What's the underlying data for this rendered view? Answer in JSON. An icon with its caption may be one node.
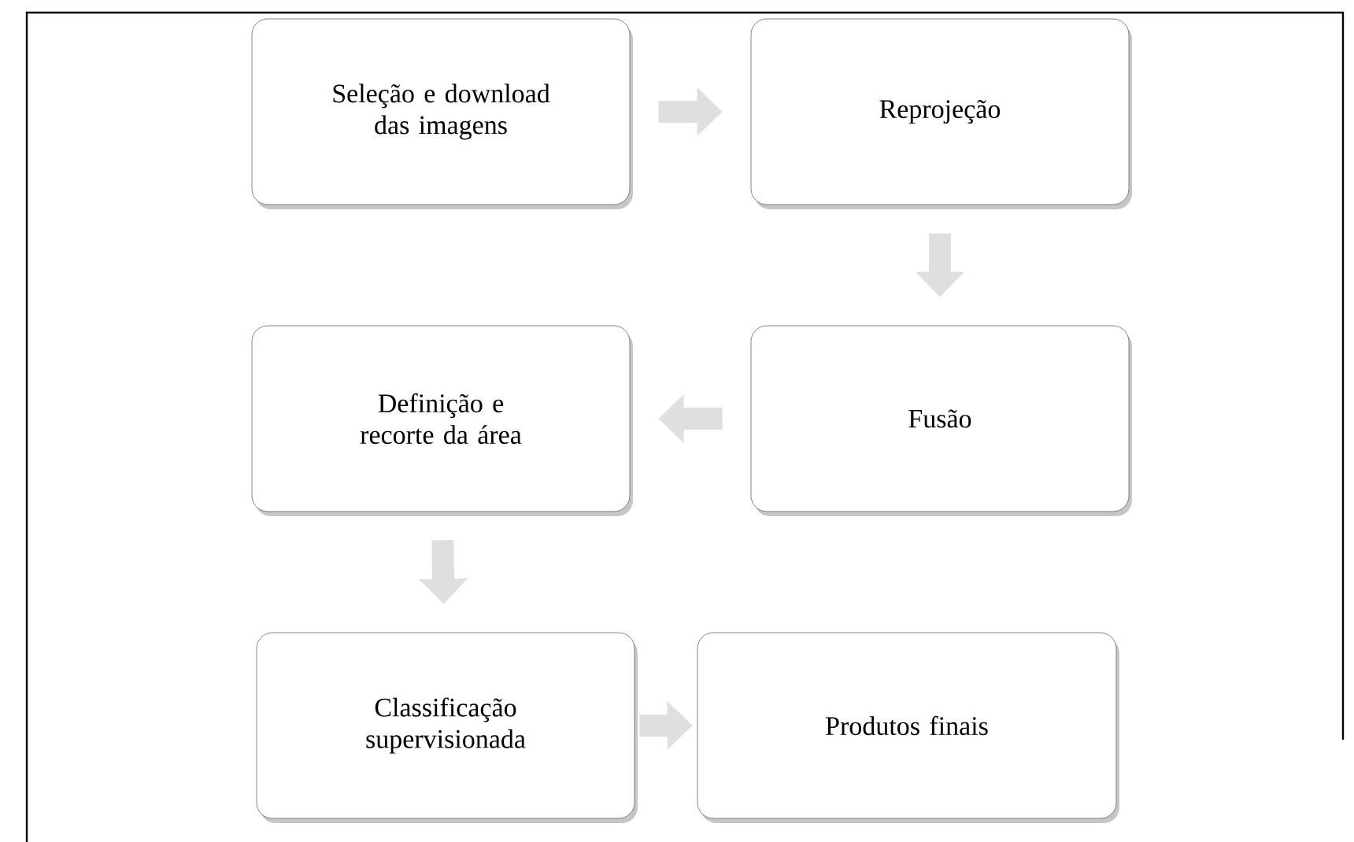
{
  "diagram": {
    "nodes": [
      {
        "text": [
          "Seleção e download das imagens"
        ]
      },
      {
        "text": [
          "Reprojeção"
        ]
      },
      {
        "text": [
          "Fusão"
        ]
      },
      {
        "text": [
          "Definição e recorte da área"
        ]
      },
      {
        "text": [
          "Classificação supervisionada"
        ]
      },
      {
        "text": [
          "Produtos finais"
        ]
      }
    ],
    "edges": [
      {
        "from": 0,
        "to": 1,
        "arrow": "to"
      },
      {
        "from": 1,
        "to": 2,
        "arrow": "to"
      },
      {
        "from": 2,
        "to": 3,
        "arrow": "to"
      },
      {
        "from": 3,
        "to": 4,
        "arrow": "to"
      },
      {
        "from": 4,
        "to": 5,
        "arrow": "to"
      }
    ]
  }
}
